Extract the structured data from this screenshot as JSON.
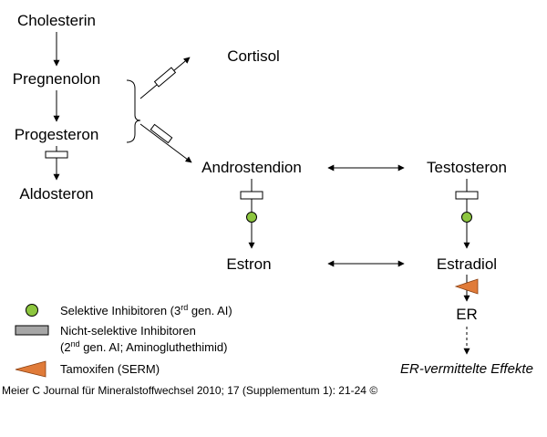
{
  "nodes": {
    "cholesterin": "Cholesterin",
    "pregnenolon": "Pregnenolon",
    "progesteron": "Progesteron",
    "aldosteron": "Aldosteron",
    "cortisol": "Cortisol",
    "androstendion": "Androstendion",
    "testosteron": "Testosteron",
    "estron": "Estron",
    "estradiol": "Estradiol",
    "er": "ER",
    "er_effects": "ER-vermittelte Effekte"
  },
  "legend": {
    "selective_prefix": "Selektive Inhibitoren (3",
    "selective_sup": "rd",
    "selective_suffix": " gen. AI)",
    "nonselective_line1": "Nicht-selektive Inhibitoren",
    "nonselective_line2_prefix": "(2",
    "nonselective_line2_sup": "nd",
    "nonselective_line2_suffix": " gen. AI; Aminogluthethimid)",
    "tamoxifen": "Tamoxifen (SERM)"
  },
  "citation": "Meier C Journal für Mineralstoffwechsel 2010; 17 (Supplementum 1): 21-24 ©",
  "colors": {
    "selective_inhibitor": "#8dc63f",
    "nonselective_inhibitor": "#a6a6a6",
    "tamoxifen": "#e07b39"
  }
}
